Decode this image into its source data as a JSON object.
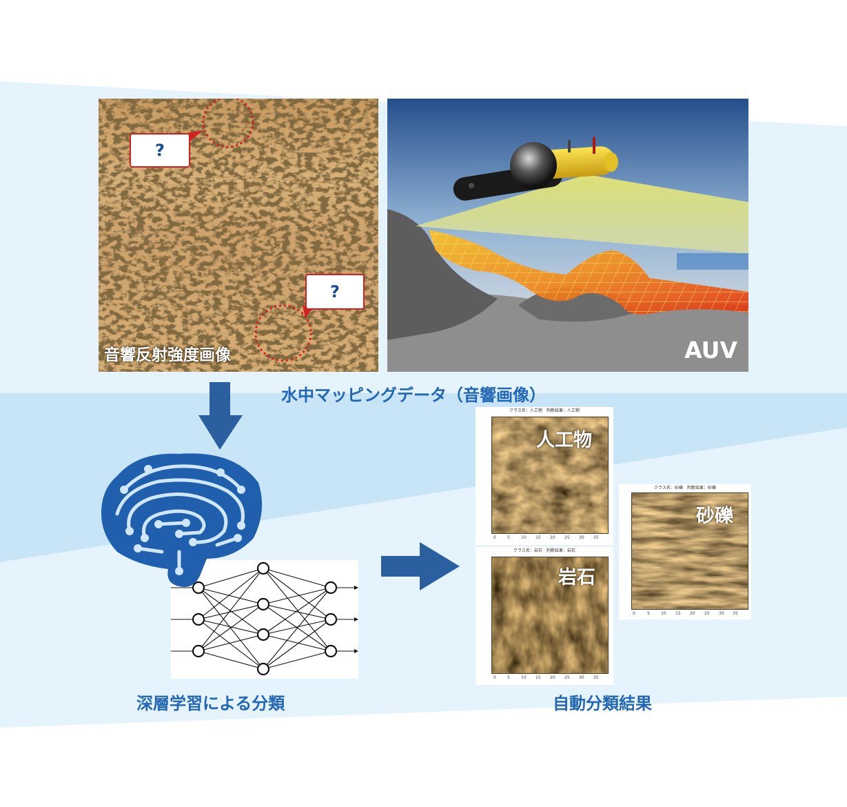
{
  "sonar": {
    "label": "音響反射強度画像",
    "question_mark": "?"
  },
  "auv": {
    "label": "AUV"
  },
  "caption_mapping": "水中マッピングデータ（音響画像）",
  "caption_dl": "深層学習による分類",
  "caption_result": "自動分類結果",
  "results": [
    {
      "label": "人工物",
      "title": "クラス名：人工物　判断結果：人工物"
    },
    {
      "label": "岩石",
      "title": "クラス名：岩石　判断結果：岩石"
    },
    {
      "label": "砂礫",
      "title": "クラス名：砂礫　判断結果：砂礫"
    }
  ],
  "axis_ticks": [
    "0",
    "5",
    "10",
    "15",
    "20",
    "25",
    "30",
    "35"
  ],
  "colors": {
    "caption": "#2367b4",
    "arrow": "#2b5fa0",
    "band_light": "#e4f3fc",
    "band_mid": "#c9e6f8",
    "brain": "#1f5fae",
    "highlight_red": "#d21f1f"
  },
  "icons": [
    "brain-circuit-icon",
    "arrow-down-icon",
    "arrow-right-icon",
    "neural-network-diagram"
  ]
}
